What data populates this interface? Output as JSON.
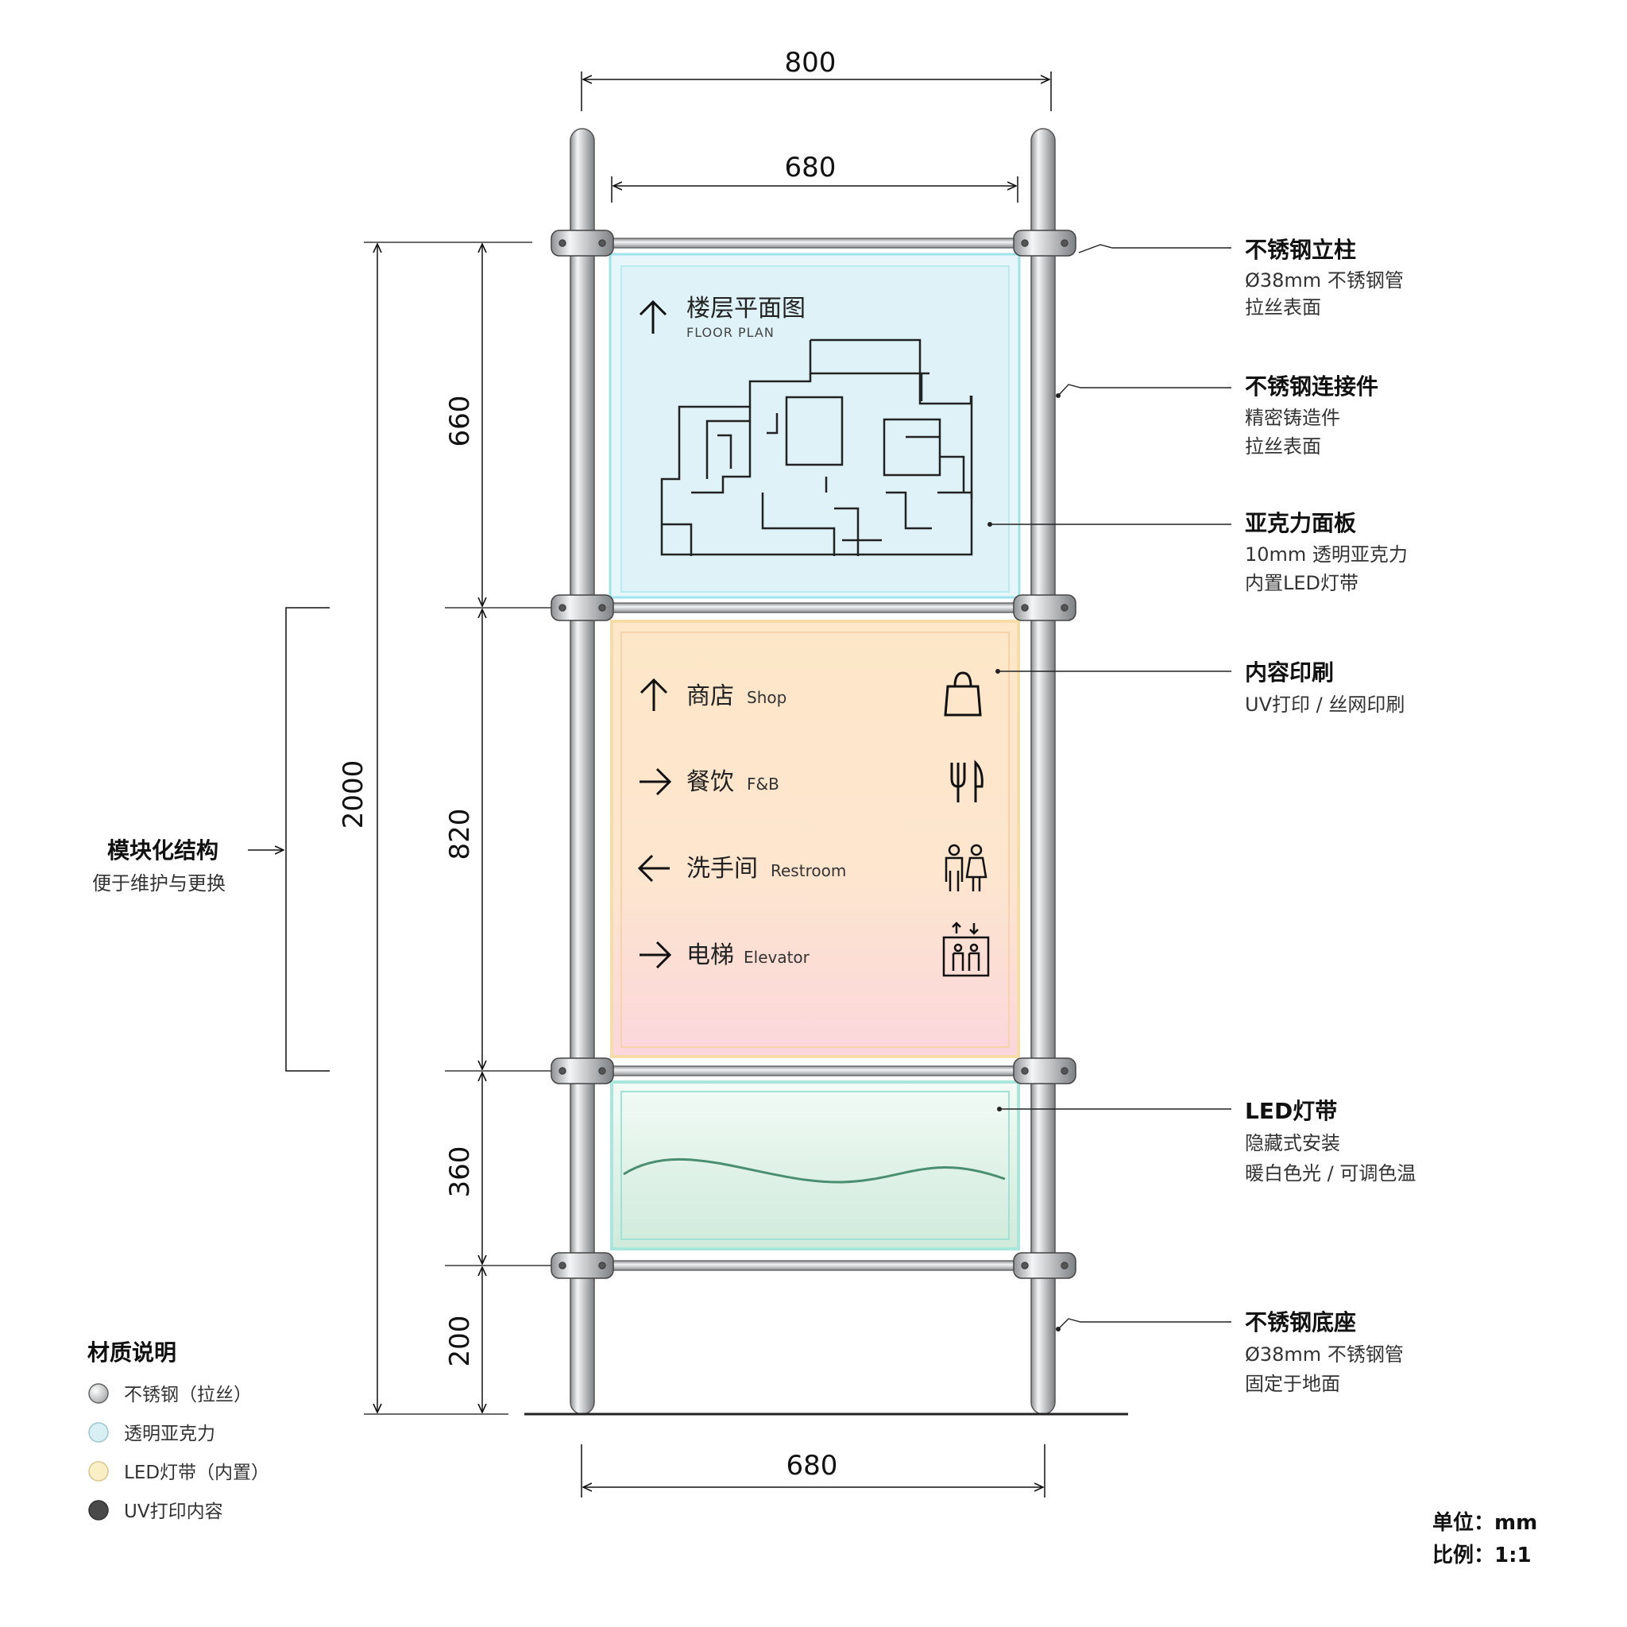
{
  "dimensions": {
    "top_total": "800",
    "top_inner": "680",
    "bottom_inner": "680",
    "total_height": "2000",
    "panel1_height": "660",
    "panel2_height": "820",
    "panel3_height": "360",
    "base_height": "200"
  },
  "callouts": [
    {
      "title": "不锈钢立柱",
      "lines": [
        "Ø38mm 不锈钢管",
        "拉丝表面"
      ]
    },
    {
      "title": "不锈钢连接件",
      "lines": [
        "精密铸造件",
        "拉丝表面"
      ]
    },
    {
      "title": "亚克力面板",
      "lines": [
        "10mm 透明亚克力",
        "内置LED灯带"
      ]
    },
    {
      "title": "内容印刷",
      "lines": [
        "UV打印 / 丝网印刷"
      ]
    },
    {
      "title": "LED灯带",
      "lines": [
        "隐藏式安装",
        "暖白色光 / 可调色温"
      ]
    },
    {
      "title": "不锈钢底座",
      "lines": [
        "Ø38mm 不锈钢管",
        "固定于地面"
      ]
    }
  ],
  "modular": {
    "title": "模块化结构",
    "subtitle": "便于维护与更换"
  },
  "panel_top": {
    "title": "楼层平面图",
    "subtitle": "FLOOR PLAN",
    "arrow": "up-arrow-icon"
  },
  "directory": [
    {
      "cn": "商店",
      "en": "Shop",
      "arrow": "up-arrow-icon",
      "icon": "shopping-bag-icon"
    },
    {
      "cn": "餐饮",
      "en": "F&B",
      "arrow": "right-arrow-icon",
      "icon": "fork-knife-icon"
    },
    {
      "cn": "洗手间",
      "en": "Restroom",
      "arrow": "left-arrow-icon",
      "icon": "restroom-icon"
    },
    {
      "cn": "电梯",
      "en": "Elevator",
      "arrow": "right-arrow-icon",
      "icon": "elevator-icon"
    }
  ],
  "legend": {
    "title": "材质说明",
    "items": [
      {
        "label": "不锈钢（拉丝）",
        "color": "#d6d6d6"
      },
      {
        "label": "透明亚克力",
        "color": "#d8f0f4"
      },
      {
        "label": "LED灯带（内置）",
        "color": "#fbefc6"
      },
      {
        "label": "UV打印内容",
        "color": "#4a4a4a"
      }
    ]
  },
  "units": {
    "unit": "单位：mm",
    "scale": "比例：1:1"
  },
  "colors": {
    "acrylic_blue": "#dff3f8",
    "panel_orange": "#fde3c4",
    "panel_pink": "#fbd8dc",
    "panel_green": "#d7efe2",
    "steel": "#c9cbcd"
  }
}
